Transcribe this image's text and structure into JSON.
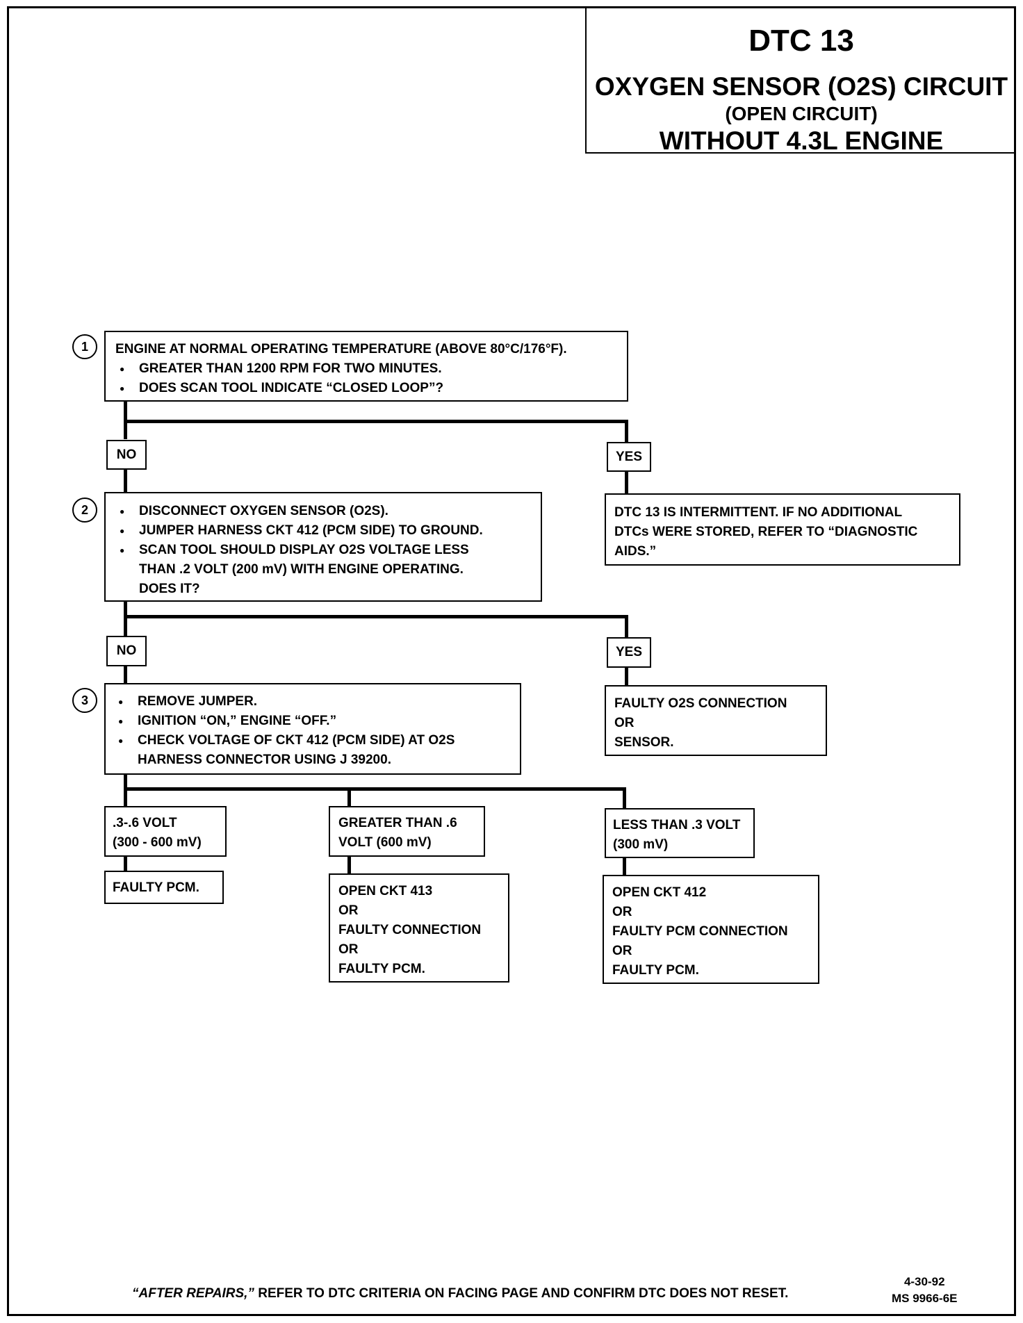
{
  "title": {
    "code": "DTC 13",
    "main": "OXYGEN SENSOR (O2S) CIRCUIT",
    "sub": "(OPEN CIRCUIT)",
    "engine": "WITHOUT 4.3L ENGINE"
  },
  "steps": [
    {
      "number": "1",
      "lines": [
        "ENGINE AT NORMAL OPERATING TEMPERATURE (ABOVE 80°C/176°F).",
        "GREATER THAN 1200 RPM FOR TWO MINUTES.",
        "DOES SCAN TOOL INDICATE “CLOSED LOOP”?"
      ]
    },
    {
      "number": "2",
      "lines": [
        "DISCONNECT OXYGEN SENSOR (O2S).",
        "JUMPER HARNESS CKT 412 (PCM SIDE) TO GROUND.",
        "SCAN TOOL SHOULD DISPLAY O2S VOLTAGE LESS",
        "THAN .2  VOLT (200 mV) WITH ENGINE OPERATING.",
        "DOES IT?"
      ]
    },
    {
      "number": "3",
      "lines": [
        "REMOVE JUMPER.",
        "IGNITION “ON,” ENGINE “OFF.”",
        "CHECK VOLTAGE OF CKT 412 (PCM SIDE) AT O2S",
        "HARNESS CONNECTOR USING J 39200."
      ]
    }
  ],
  "labels": {
    "no": "NO",
    "yes": "YES"
  },
  "results": {
    "intermittent": [
      "DTC 13 IS INTERMITTENT.  IF NO ADDITIONAL",
      "DTCs WERE STORED, REFER TO “DIAGNOSTIC",
      "AIDS.”"
    ],
    "faulty_o2s": [
      "FAULTY O2S CONNECTION",
      "OR",
      "SENSOR."
    ],
    "branch_mid": [
      "GREATER THAN .6",
      "VOLT (600 mV)"
    ],
    "branch_left": [
      ".3-.6 VOLT",
      "(300 - 600 mV)"
    ],
    "branch_right": [
      "LESS THAN .3 VOLT",
      "(300 mV)"
    ],
    "faulty_pcm": [
      "FAULTY PCM."
    ],
    "open_413": [
      "OPEN CKT 413",
      "OR",
      "FAULTY CONNECTION",
      "OR",
      "FAULTY PCM."
    ],
    "open_412": [
      "OPEN CKT 412",
      "OR",
      "FAULTY PCM CONNECTION",
      "OR",
      "FAULTY PCM."
    ]
  },
  "footer": {
    "emphasis": "“AFTER REPAIRS,”",
    "text": " REFER TO DTC CRITERIA ON FACING PAGE AND CONFIRM DTC DOES NOT RESET."
  },
  "doc_info": {
    "date": "4-30-92",
    "id": "MS 9966-6E"
  }
}
